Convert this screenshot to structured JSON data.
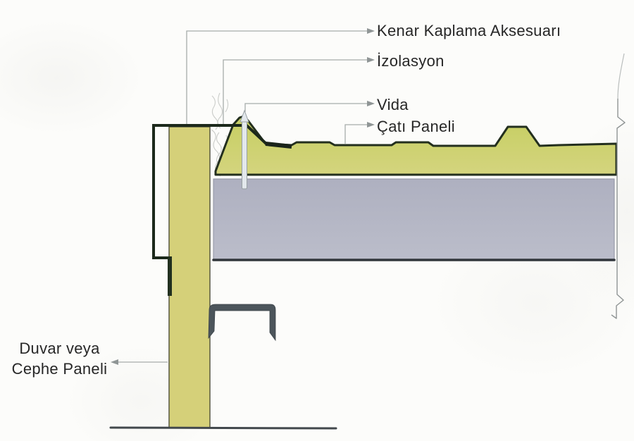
{
  "figure": {
    "type": "construction-detail-section-drawing",
    "subject": "roof panel to wall panel edge junction",
    "callouts": [
      {
        "id": "edge-trim",
        "label": "Kenar Kaplama Aksesuarı"
      },
      {
        "id": "insulation",
        "label": "İzolasyon"
      },
      {
        "id": "screw",
        "label": "Vida"
      },
      {
        "id": "roof-panel",
        "label": "Çatı Paneli"
      },
      {
        "id": "wall-panel",
        "line1": "Duvar veya",
        "line2": "Cephe Paneli"
      }
    ],
    "colors": {
      "panel_yellow": "#d5d079",
      "foam_top": "#c6cf62",
      "foam_bottom": "#d4d47e",
      "core_top": "#aeb0c0",
      "core_bottom": "#bbbdca",
      "outline_dark": "#1c291b",
      "bracket_gray": "#4c555b",
      "screw_fill": "#e3e8ec",
      "leader_gray": "#a6abab",
      "arrow_gray": "#8f9595",
      "ground_gray": "#42484c",
      "text_color": "#272727",
      "background": "#fcfcfa"
    }
  }
}
